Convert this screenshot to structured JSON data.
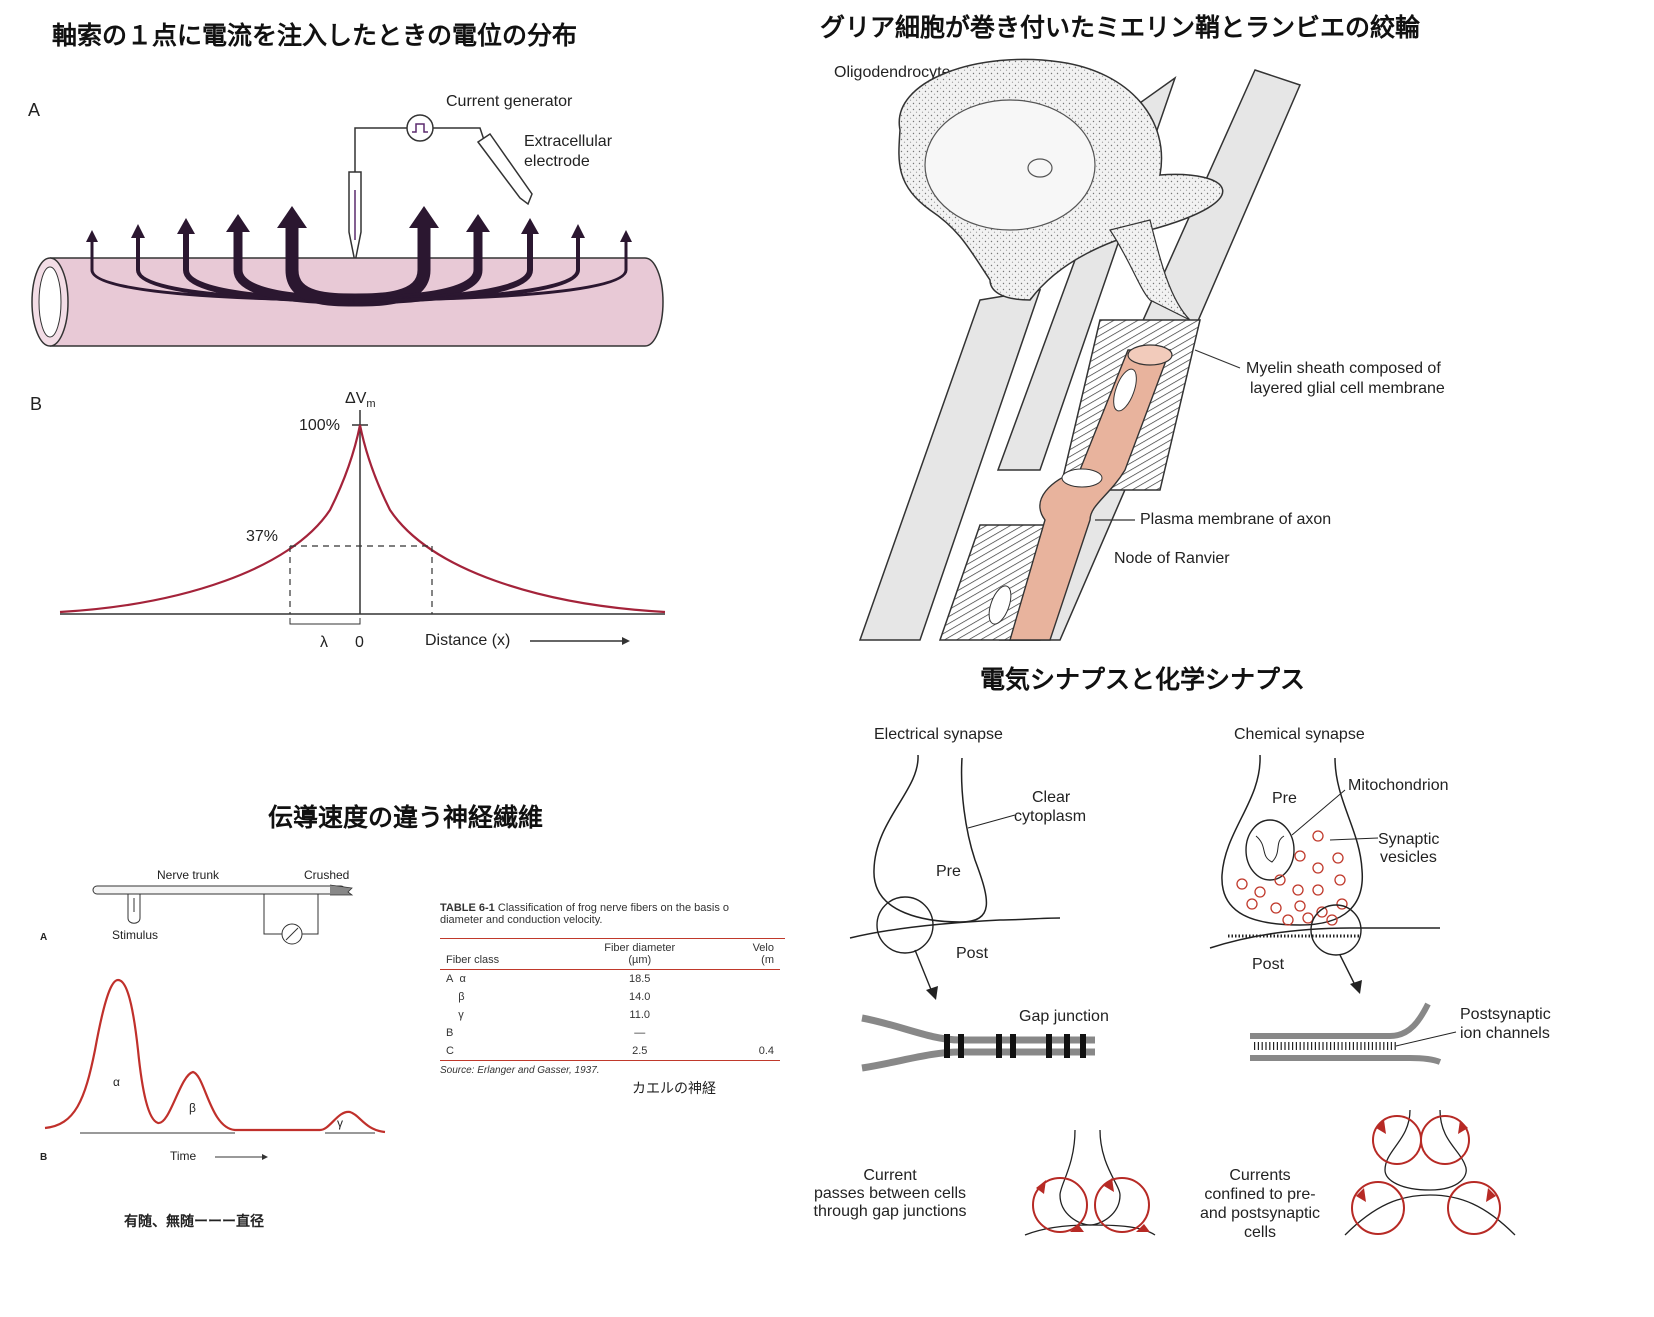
{
  "panel_tl": {
    "title": "軸索の１点に電流を注入したときの電位の分布",
    "label_a": "A",
    "label_b": "B",
    "current_generator": "Current generator",
    "extracellular_1": "Extracellular",
    "extracellular_2": "electrode",
    "dv": "ΔV",
    "dv_sub": "m",
    "p100": "100%",
    "p37": "37%",
    "lambda": "λ",
    "zero": "0",
    "distance": "Distance (x)"
  },
  "panel_tr": {
    "title": "グリア細胞が巻き付いたミエリン鞘とランビエの絞輪",
    "oligodendrocyte": "Oligodendrocyte",
    "myelin_1": "Myelin sheath composed of",
    "myelin_2": "layered glial cell membrane",
    "plasma": "Plasma membrane of axon",
    "node": "Node of Ranvier"
  },
  "panel_bl": {
    "title": "伝導速度の違う神経繊維",
    "nerve_trunk": "Nerve trunk",
    "crushed": "Crushed",
    "stimulus": "Stimulus",
    "label_a": "A",
    "label_b": "B",
    "alpha": "α",
    "beta": "β",
    "gamma": "γ",
    "time": "Time",
    "bottom_note": "有随、無随ーーー直径",
    "table": {
      "caption_bold": "TABLE 6-1",
      "caption_1": "Classification of frog nerve fibers on the basis o",
      "caption_2": "diameter and conduction velocity.",
      "col_class": "Fiber class",
      "col_diam_1": "Fiber diameter",
      "col_diam_2": "(µm)",
      "col_vel_1": "Velo",
      "col_vel_2": "(m",
      "rows": [
        {
          "cls": "A",
          "sub": "α",
          "diam": "18.5",
          "vel": ""
        },
        {
          "cls": "",
          "sub": "β",
          "diam": "14.0",
          "vel": ""
        },
        {
          "cls": "",
          "sub": "γ",
          "diam": "11.0",
          "vel": ""
        },
        {
          "cls": "B",
          "sub": "",
          "diam": "—",
          "vel": ""
        },
        {
          "cls": "C",
          "sub": "",
          "diam": "2.5",
          "vel": "0.4"
        }
      ],
      "source": "Source: Erlanger and Gasser, 1937.",
      "note": "カエルの神経"
    }
  },
  "panel_br": {
    "title": "電気シナプスと化学シナプス",
    "electrical": "Electrical synapse",
    "chemical": "Chemical synapse",
    "clear_1": "Clear",
    "clear_2": "cytoplasm",
    "pre_e": "Pre",
    "post_e": "Post",
    "pre_c": "Pre",
    "post_c": "Post",
    "mitochondrion": "Mitochondrion",
    "synaptic_1": "Synaptic",
    "synaptic_2": "vesicles",
    "gap_junction": "Gap junction",
    "postsyn_1": "Postsynaptic",
    "postsyn_2": "ion channels",
    "current_e_1": "Current",
    "current_e_2": "passes between cells",
    "current_e_3": "through gap junctions",
    "current_c_1": "Currents",
    "current_c_2": "confined to pre-",
    "current_c_3": "and postsynaptic",
    "current_c_4": "cells"
  },
  "colors": {
    "axon_pink": "#e8c9d6",
    "arrow_dark": "#2b1730",
    "curve_red": "#a4233a",
    "axon_salmon": "#e8b39d",
    "vesicle_red": "#c0392b",
    "membrane_gray": "#8f8f8f"
  }
}
